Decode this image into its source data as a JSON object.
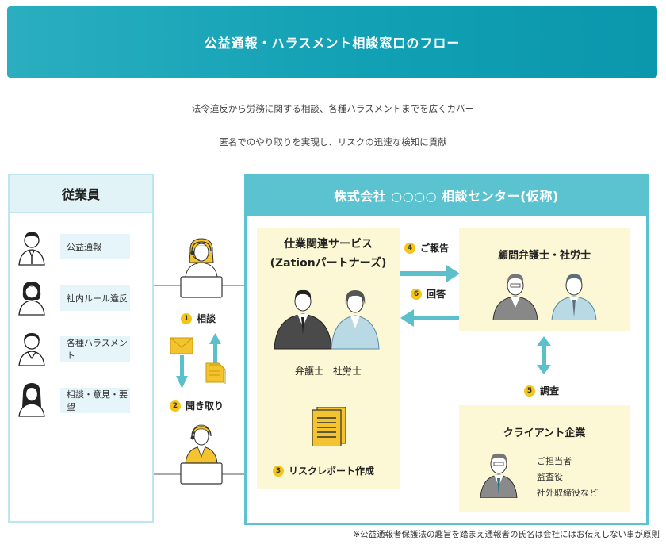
{
  "header": {
    "title": "公益通報・ハラスメント相談窓口のフロー"
  },
  "intro": {
    "line1": "法令違反から労務に関する相談、各種ハラスメントまでを広くカバー",
    "line2": "匿名でのやり取りを実現し、リスクの迅速な検知に貢献"
  },
  "employees": {
    "title": "従業員",
    "items": [
      "公益通報",
      "社内ルール違反",
      "各種ハラスメント",
      "相談・意見・要望"
    ]
  },
  "center": {
    "title": "株式会社 ○○○○ 相談センター(仮称)",
    "service": {
      "title_line1": "仕業関連サービス",
      "title_line2": "(Zationパートナーズ)",
      "roles": "弁護士　社労士"
    },
    "advisor": {
      "title": "顧問弁護士・社労士"
    },
    "client": {
      "title": "クライアント企業",
      "contacts": [
        "ご担当者",
        "監査役",
        "社外取締役など"
      ]
    }
  },
  "steps": {
    "s1": {
      "num": "1",
      "label": "相談"
    },
    "s2": {
      "num": "2",
      "label": "聞き取り"
    },
    "s3": {
      "num": "3",
      "label": "リスクレポート作成"
    },
    "s4": {
      "num": "4",
      "label": "ご報告"
    },
    "s5": {
      "num": "5",
      "label": "調査"
    },
    "s6": {
      "num": "6",
      "label": "回答"
    }
  },
  "footnote": "※公益通報者保護法の趣旨を踏まえ通報者の氏名は会社にはお伝えしない事が原則",
  "colors": {
    "teal": "#5bc2cf",
    "arrow": "#5bbfcc",
    "yellow_box": "#fcf8d5",
    "badge": "#f5c518"
  }
}
